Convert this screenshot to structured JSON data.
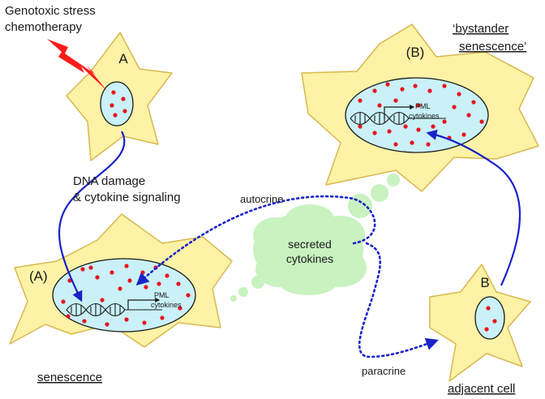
{
  "labels": {
    "stress_title_line1": "Genotoxic stress",
    "stress_title_line2": "chemotherapy",
    "cell_a_top": "A",
    "cell_a_bottom": "(A)",
    "cell_b_top": "(B)",
    "cell_b_bottom": "B",
    "signal_line1": "DNA damage",
    "signal_line2": "& cytokine signaling",
    "autocrine": "autocrine",
    "paracrine": "paracrine",
    "cloud_line1": "secreted",
    "cloud_line2": "cytokines",
    "pml": "PML",
    "cytokines_small": "cytokines",
    "senescence": "senescence",
    "bystander_line1": "‘bystander",
    "bystander_line2": "senescence’",
    "adjacent_cell": "adjacent cell"
  },
  "colors": {
    "cell_fill": "#fdf2a6",
    "cell_stroke": "#d9b84f",
    "nucleus_fill": "#c9f1f7",
    "nucleus_stroke": "#1a1a1a",
    "dot": "#e8141e",
    "arrow_solid": "#1a23c8",
    "arrow_dotted": "#1a23c8",
    "cloud": "#c8f2c0",
    "lightning": "#ff1a1a"
  }
}
